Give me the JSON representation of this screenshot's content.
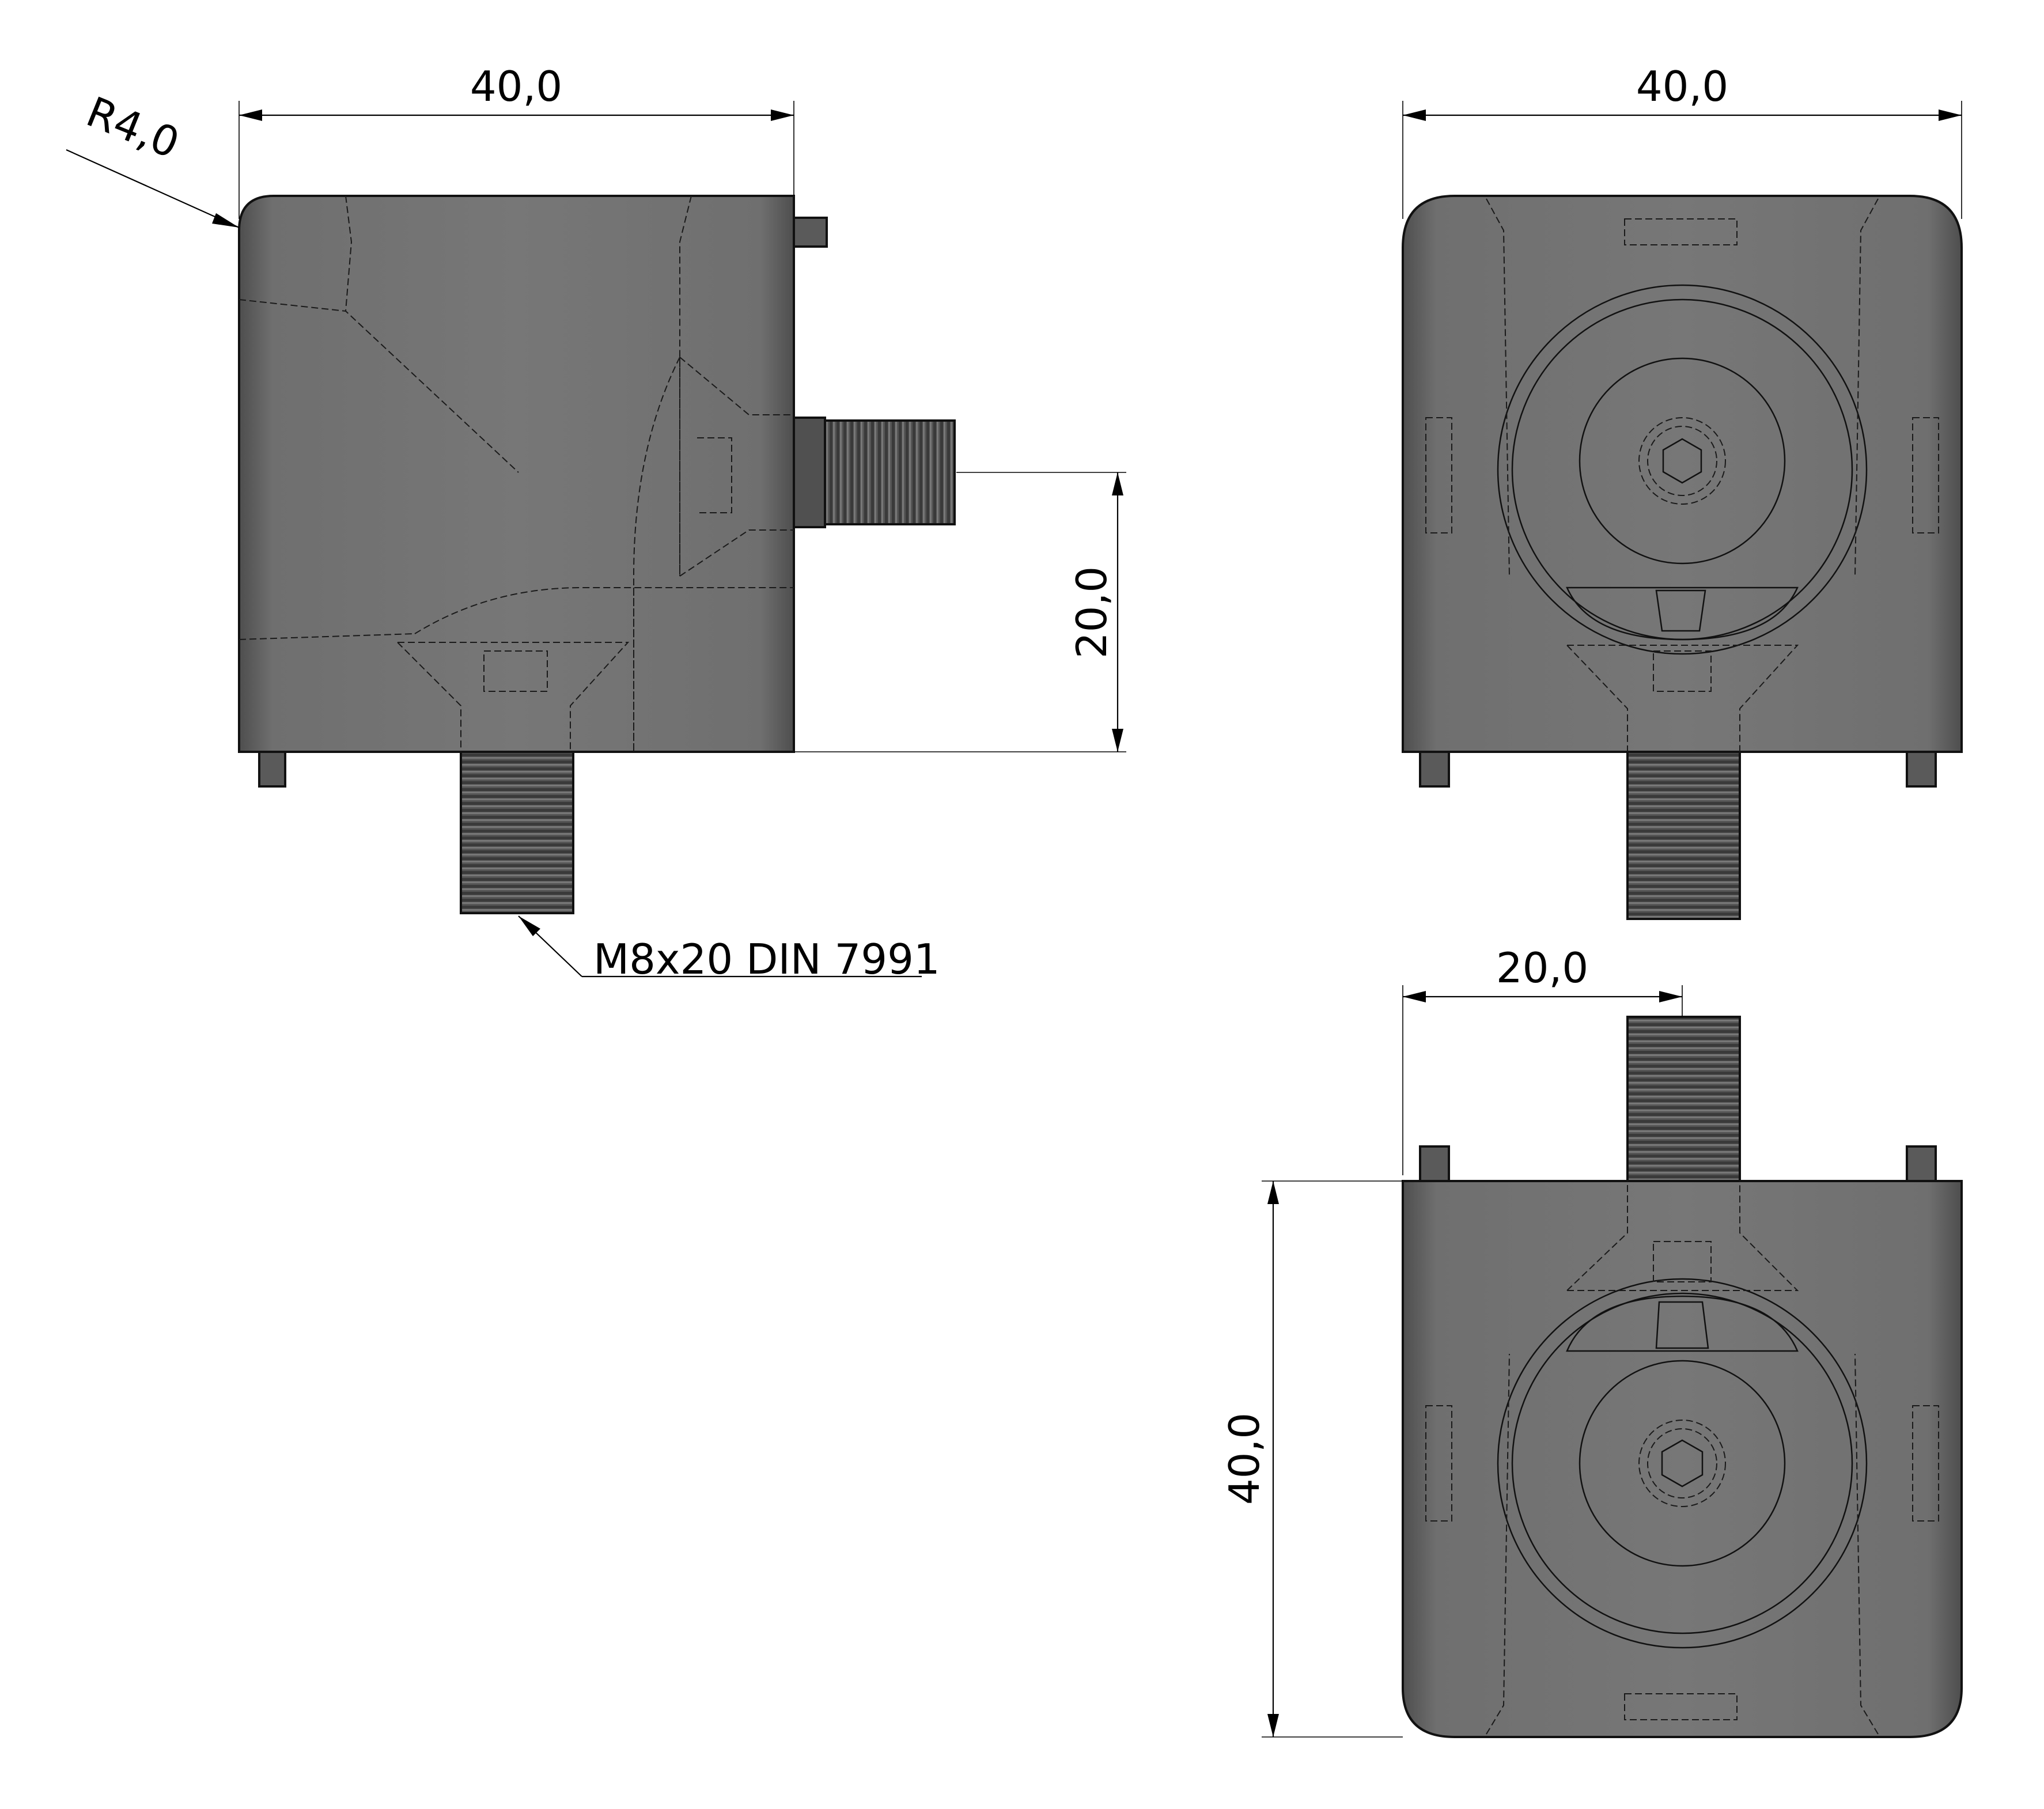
{
  "dimensions": {
    "side_width": "40,0",
    "side_radius": "R4,0",
    "side_height": "20,0",
    "front_width": "40,0",
    "bottom_offset": "20,0",
    "bottom_height": "40,0"
  },
  "callouts": {
    "screw": "M8x20 DIN 7991"
  },
  "colors": {
    "body": "#6e6e6e",
    "body_dark": "#4a4a4a",
    "screw": "#505050",
    "lines": "#000000"
  }
}
